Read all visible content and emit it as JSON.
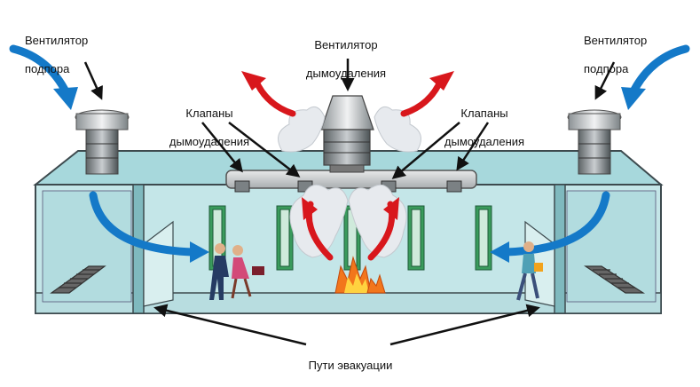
{
  "labels": {
    "supply_fan_left": {
      "line1": "Вентилятор",
      "line2": "подпора"
    },
    "supply_fan_right": {
      "line1": "Вентилятор",
      "line2": "подпора"
    },
    "smoke_fan": {
      "line1": "Вентилятор",
      "line2": "дымоудаления"
    },
    "valves_left": {
      "line1": "Клапаны",
      "line2": "дымоудаления"
    },
    "valves_right": {
      "line1": "Клапаны",
      "line2": "дымоудаления"
    },
    "evacuation": "Пути эвакуации"
  },
  "colors": {
    "supply_air": "#1479c8",
    "smoke_flow": "#d8171c",
    "wall": "#9fd4d8",
    "outline": "#3d4a4e",
    "fire": "#f2761c"
  },
  "icons": [
    "fan-icon",
    "fire-icon",
    "person-icon",
    "door-icon",
    "smoke-cloud-icon"
  ]
}
